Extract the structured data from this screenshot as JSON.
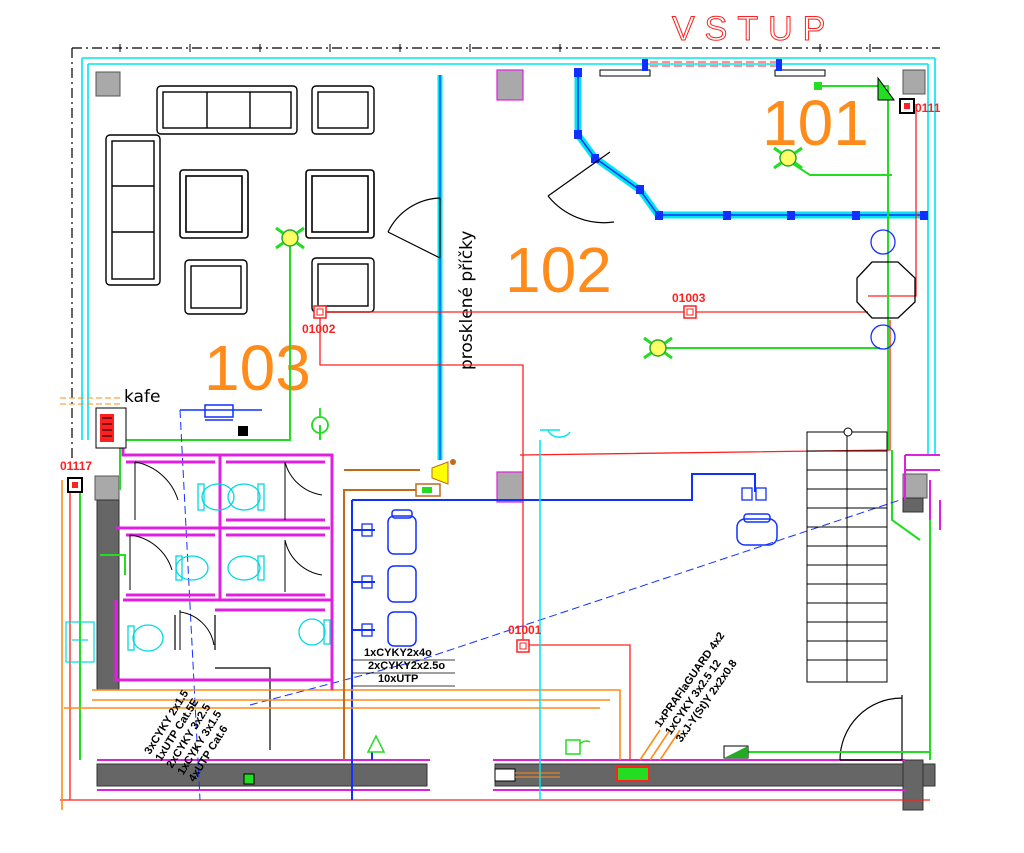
{
  "colors": {
    "wall": "#00e5ee",
    "partition": "#e020e0",
    "power": "#ff2020",
    "lighting": "#22dd22",
    "data": "#1030ff",
    "orange": "#ff8c1a",
    "black": "#000000",
    "brown": "#c06a1a",
    "grey": "#777777",
    "room_number": "#ff8c1a"
  },
  "top_label": "VSTUP",
  "rooms": [
    {
      "id": "101",
      "label": "101"
    },
    {
      "id": "102",
      "label": "102"
    },
    {
      "id": "103",
      "label": "103"
    }
  ],
  "labels": {
    "glass_partition": "prosklené příčky",
    "coffee": "kafe"
  },
  "tags": [
    {
      "id": "0111",
      "label": "0111"
    },
    {
      "id": "01002",
      "label": "01002"
    },
    {
      "id": "01003",
      "label": "01003"
    },
    {
      "id": "01001",
      "label": "01001"
    },
    {
      "id": "01117",
      "label": "01117"
    }
  ],
  "cable_notes_center": [
    "1xCYKY2x4o",
    "2xCYKY2x2.5o",
    "10xUTP"
  ],
  "cable_notes_left": [
    "3xCYKY 2x1.5",
    "1xUTP Cat.5E",
    "2xCYKY 3x2.5",
    "1xCYKY 3x1.5",
    "4xUTP Cat.6"
  ],
  "cable_notes_right": [
    "1xPRAFlaGUARD 4x2",
    "1xCYKY 3x2.5 12",
    "3xJ-Y(St)Y 2x2x0.8"
  ],
  "icons": [
    "light-fixture-icon",
    "socket-icon",
    "switch-icon",
    "chair-icon",
    "toilet-icon",
    "sink-icon",
    "sofa-icon",
    "armchair-icon",
    "table-icon",
    "stair-icon",
    "door-swing-icon",
    "column-icon",
    "distribution-board-icon"
  ]
}
